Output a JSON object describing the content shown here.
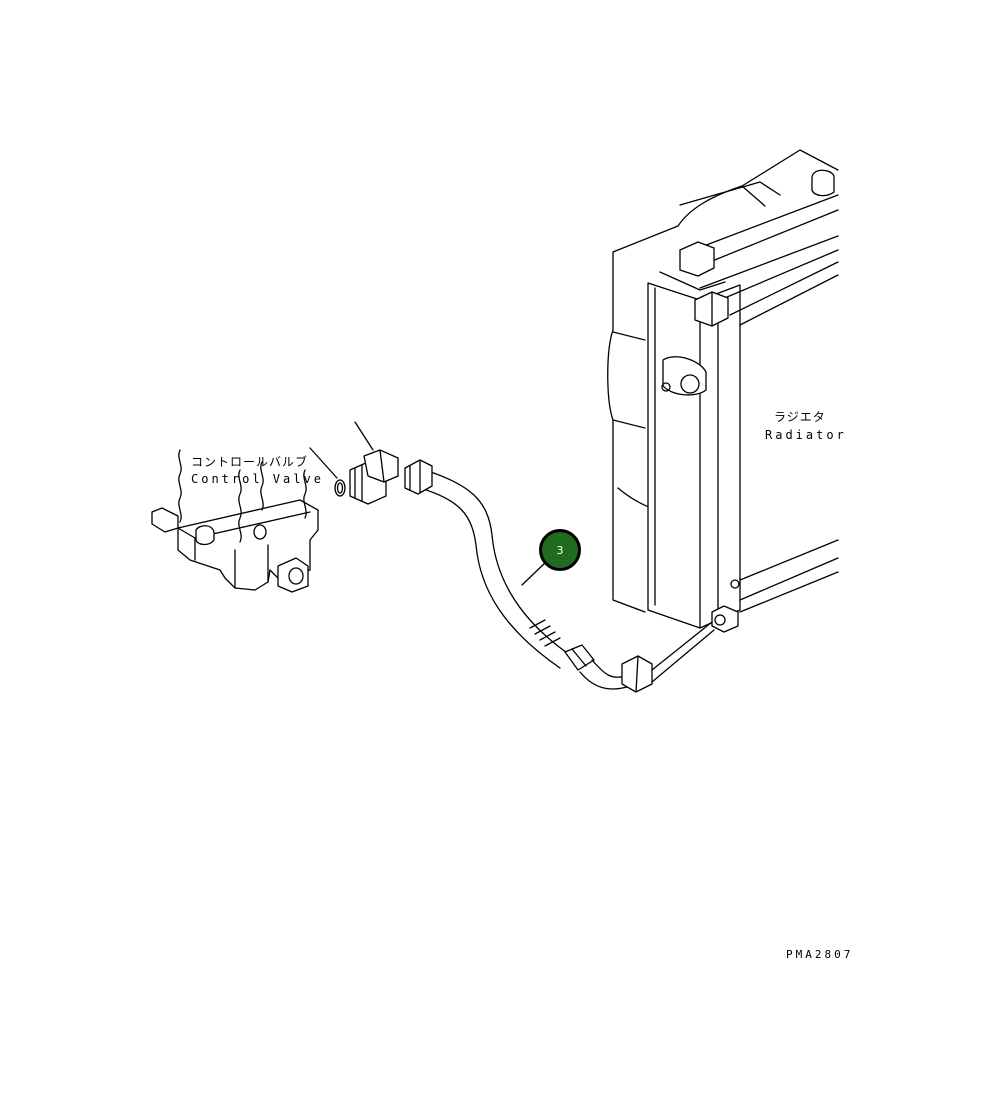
{
  "labels": {
    "control_valve_jp": "コントロールバルブ",
    "control_valve_en": "Control Valve",
    "radiator_jp": "ラジエタ",
    "radiator_en": "Radiator",
    "drawing_code": "PMA2807"
  },
  "callouts": [
    {
      "number": "3",
      "fill_color": "#1f6b1f",
      "text_color": "#ffffff",
      "part": "hose"
    }
  ],
  "colors": {
    "ink": "#000000",
    "paper": "#ffffff"
  }
}
